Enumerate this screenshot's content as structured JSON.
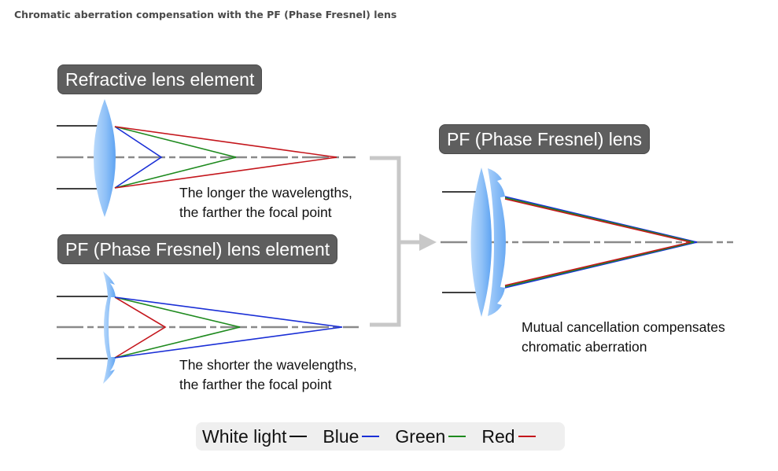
{
  "title": "Chromatic aberration compensation with the PF (Phase Fresnel) lens",
  "panels": {
    "refractive": {
      "label": "Refractive lens element",
      "caption_line1": "The longer the wavelengths,",
      "caption_line2": "the farther the focal point",
      "focal_order": [
        "Blue",
        "Green",
        "Red"
      ]
    },
    "pf_element": {
      "label": "PF (Phase Fresnel) lens element",
      "caption_line1": "The shorter the wavelengths,",
      "caption_line2": "the farther the focal point",
      "focal_order": [
        "Red",
        "Green",
        "Blue"
      ]
    },
    "pf_lens": {
      "label": "PF (Phase Fresnel) lens",
      "caption_line1": "Mutual cancellation compensates",
      "caption_line2": "chromatic aberration",
      "focal_order": [
        "Red",
        "Green",
        "Blue"
      ]
    }
  },
  "legend": [
    {
      "label": "White light",
      "color": "#000000"
    },
    {
      "label": "Blue",
      "color": "#1a2fd6"
    },
    {
      "label": "Green",
      "color": "#1e8a1e"
    },
    {
      "label": "Red",
      "color": "#c4161c"
    }
  ],
  "colors": {
    "blue": "#1a2fd6",
    "green": "#1e8a1e",
    "red": "#c4161c",
    "white_light": "#000000",
    "axis": "#8a8a8a",
    "lens": "#8ec0f7",
    "bracket": "#c8c8c8",
    "label_bg": "#5e5e5e"
  }
}
